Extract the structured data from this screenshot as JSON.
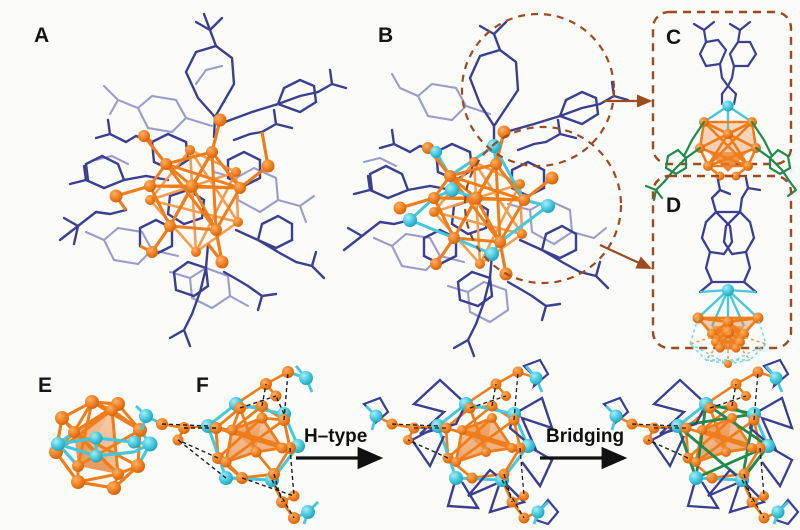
{
  "figure": {
    "background_color": "#fbfbf9",
    "type": "scientific-structure-figure",
    "description": "Six-panel crystallographic figure of a metal nanocluster: full structures, coordination close-ups, bare metal cores, and an assembly pathway."
  },
  "panels": [
    {
      "id": "A",
      "label": "A",
      "name": "panel-a-full-structure",
      "content": "Full nanocluster structure: orange metal core surrounded by dark blue-purple organic ligands"
    },
    {
      "id": "B",
      "label": "B",
      "name": "panel-b-doped-structure",
      "content": "Doped nanocluster structure: orange core with cyan heteroatoms and dark blue-purple ligands, two highlighted regions"
    },
    {
      "id": "C",
      "label": "C",
      "name": "panel-c-coordination-detail",
      "content": "Close-up of coordination motif: blue ligands above, cyan vertex atom, orange metal polyhedron, green bridging ligands below"
    },
    {
      "id": "D",
      "label": "D",
      "name": "panel-d-coordination-detail",
      "content": "Close-up of bidentate blue ligand on cyan vertex atom capping an orange metal polyhedron with dashed contacts"
    },
    {
      "id": "E",
      "label": "E",
      "name": "panel-e-metal-core",
      "content": "Bare metal core: orange icosahedral cage with cyan equatorial atoms"
    },
    {
      "id": "F",
      "label": "F",
      "name": "panel-f-core-with-arms",
      "content": "Metal core with three cyan-orange arms and dashed metal-metal contacts"
    }
  ],
  "assembly": {
    "name": "assembly-pathway",
    "steps": [
      {
        "label": "H–type",
        "name": "arrow-h-type"
      },
      {
        "label": "Bridging",
        "name": "arrow-bridging"
      }
    ],
    "stages": [
      {
        "name": "stage-core-arms",
        "content": "core with cyan-orange arms"
      },
      {
        "name": "stage-h-type",
        "content": "core with dark blue H-type ligand polygons"
      },
      {
        "name": "stage-bridged",
        "content": "core with dark blue ligands and green bridging ligands"
      }
    ]
  },
  "colors": {
    "metal_orange": "#ef7d1a",
    "metal_orange_light": "#f59a4b",
    "metal_orange_dark": "#d9610c",
    "heteroatom_cyan": "#34c6dd",
    "heteroatom_cyan_light": "#6fd9e8",
    "ligand_blue": "#3b3f8f",
    "ligand_blue_light": "#8a8cc4",
    "ligand_green": "#1f8a4c",
    "highlight_brown": "#9c4a1e",
    "label_black": "#161616",
    "background": "#fbfbf9"
  }
}
